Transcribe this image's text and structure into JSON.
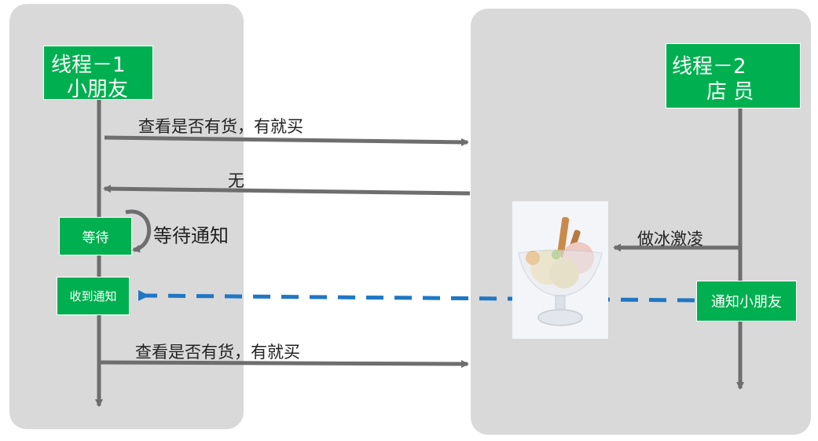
{
  "thread1": {
    "title": "线程－1",
    "role": "小朋友"
  },
  "thread2": {
    "title": "线程－2",
    "role": "店 员"
  },
  "messages": {
    "check_stock_1": "查看是否有货，有就买",
    "none": "无",
    "wait_notify": "等待通知",
    "make_ice_cream": "做冰激凌",
    "check_stock_2": "查看是否有货，有就买"
  },
  "boxes": {
    "wait": "等待",
    "notified": "收到通知",
    "notify_child": "通知小朋友"
  },
  "colors": {
    "panel": "#d9d9d9",
    "green": "#00b050",
    "arrow": "#6e6e6e",
    "dashed": "#1f77c4"
  }
}
